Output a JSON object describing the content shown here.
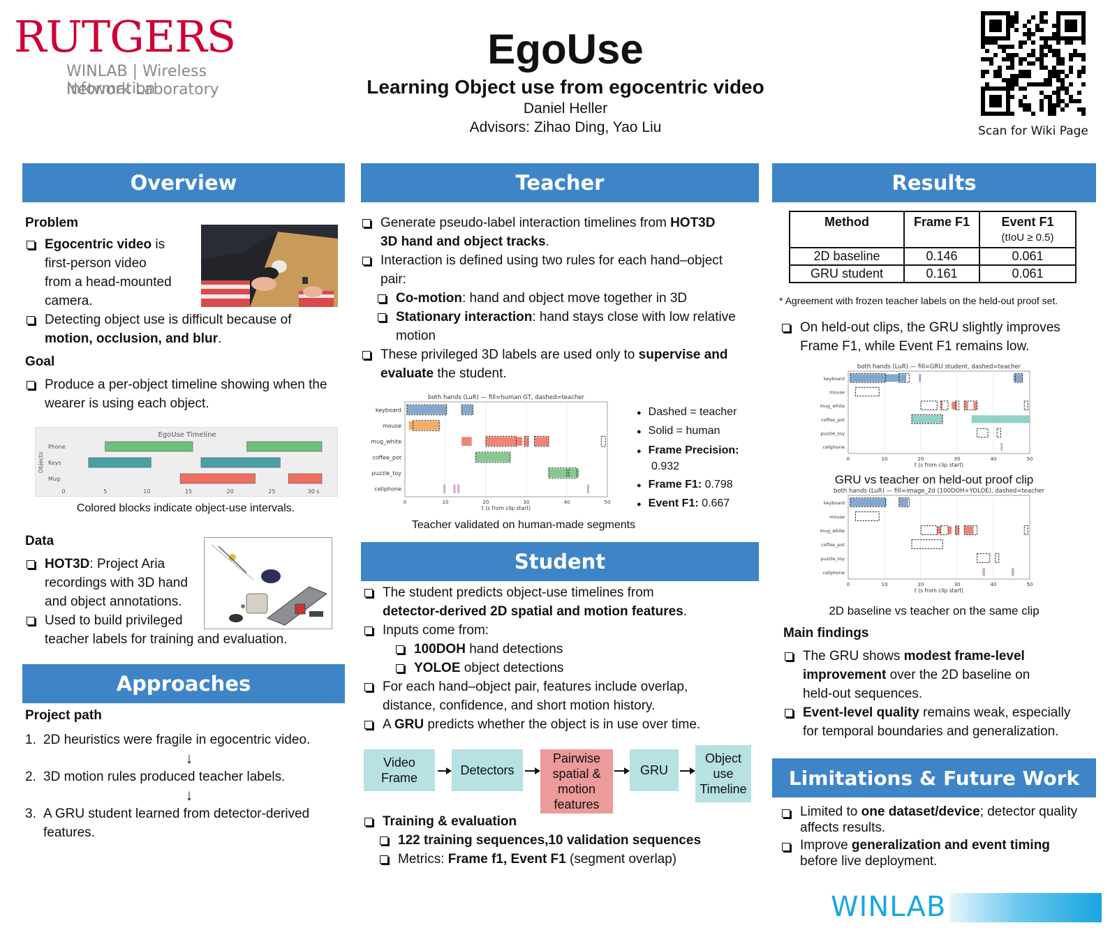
{
  "header": {
    "logo_text": "RUTGERS",
    "lab_line1": "WINLAB | Wireless Information",
    "lab_line2": "Network Laboratory",
    "title": "EgoUse",
    "subtitle": "Learning Object use from egocentric video",
    "author": "Daniel Heller",
    "advisors": "Advisors: Zihao Ding, Yao Liu",
    "qr_caption": "Scan for Wiki Page"
  },
  "overview": {
    "heading": "Overview",
    "problem_title": "Problem",
    "p1_bold": "Egocentric video",
    "p1_rest1": " is",
    "p1_rest2": "first-person video",
    "p1_rest3": "from a head-mounted",
    "p1_rest4": "camera.",
    "p2_a": "Detecting object use is difficult because of",
    "p2_b": "motion, occlusion, and blur",
    "p2_c": ".",
    "goal_title": "Goal",
    "goal_a": "Produce a per-object timeline showing when the",
    "goal_b": "wearer is using each object.",
    "timeline_title": "EgoUse Timeline",
    "timeline_ylabel": "Objects",
    "timeline_rows": [
      "Phone",
      "Keys",
      "Mug"
    ],
    "timeline_xticks": [
      "0",
      "5",
      "10",
      "15",
      "20",
      "25",
      "30 s"
    ],
    "timeline_caption": "Colored blocks indicate object-use intervals.",
    "data_title": "Data",
    "d1_bold": "HOT3D",
    "d1_a": ": Project Aria",
    "d1_b": "recordings with 3D hand",
    "d1_c": "and object annotations.",
    "d2_a": "Used to build privileged",
    "d2_b": "teacher labels for training and evaluation."
  },
  "approaches": {
    "heading": "Approaches",
    "path_title": "Project path",
    "steps": [
      "2D heuristics were fragile in egocentric video.",
      "3D motion rules produced teacher labels.",
      "A GRU student learned from detector-derived"
    ],
    "step3_cont": "features.",
    "nums": [
      "1.",
      "2.",
      "3."
    ],
    "down_arrow": "↓"
  },
  "teacher": {
    "heading": "Teacher",
    "t1_a": "Generate pseudo-label interaction timelines from ",
    "t1_b": "HOT3D",
    "t1_c": "3D hand and object tracks",
    "t1_d": ".",
    "t2_a": "Interaction is defined using two rules for each hand–object",
    "t2_b": "pair:",
    "r1_b": "Co-motion",
    "r1_t": ": hand and object move together in 3D",
    "r2_b": "Stationary interaction",
    "r2_t": ": hand stays close with low relative",
    "r2_t2": "motion",
    "t3_a": "These privileged 3D labels are used only to ",
    "t3_b": "supervise and",
    "t3_c": "evaluate",
    "t3_d": " the student.",
    "chart_title": "both hands (LuR) — fill=human GT, dashed=teacher",
    "chart_rows": [
      "keyboard",
      "mouse",
      "mug_white",
      "coffee_pot",
      "puzzle_toy",
      "cellphone"
    ],
    "chart_xticks": [
      "0",
      "10",
      "20",
      "30",
      "40",
      "50"
    ],
    "chart_xlabel": "t (s from clip start)",
    "chart_caption": "Teacher validated on human-made segments",
    "legend_dashed": "Dashed = teacher",
    "legend_solid": "Solid = human",
    "fp_label": "Frame Precision:",
    "fp_value": "0.932",
    "f1_label": "Frame F1:",
    "f1_value": " 0.798",
    "ef1_label": "Event F1:",
    "ef1_value": " 0.667",
    "bullet": "●"
  },
  "student": {
    "heading": "Student",
    "s1_a": "The student predicts object-use timelines from",
    "s1_b": "detector-derived 2D spatial and motion features",
    "s1_c": ".",
    "s2": "Inputs come from:",
    "i1_b": "100DOH",
    "i1_t": " hand detections",
    "i2_b": "YOLOE",
    "i2_t": " object detections",
    "s3_a": "For each hand–object pair, features include overlap,",
    "s3_b": "distance, confidence, and short motion history.",
    "s4_a": "A ",
    "s4_b": "GRU",
    "s4_c": " predicts whether the object is in use over time.",
    "flow": [
      "Video Frame",
      "Detectors",
      "Pairwise spatial & motion features",
      "GRU",
      "Object use Timeline"
    ],
    "train_title": "Training & evaluation",
    "tr1": "122 training sequences,10 validation sequences",
    "tr2_a": "Metrics: ",
    "tr2_b": "Frame f1, Event F1",
    "tr2_c": " (segment overlap)"
  },
  "results": {
    "heading": "Results",
    "table_headers": [
      "Method",
      "Frame F1",
      "Event F1"
    ],
    "table_header_note": "(tIoU ≥ 0.5)",
    "table_rows": [
      [
        "2D baseline",
        "0.146",
        "0.061"
      ],
      [
        "GRU student",
        "0.161",
        "0.061"
      ]
    ],
    "note": "* Agreement with frozen teacher labels on the held-out proof set.",
    "r1_a": "On held-out clips, the GRU slightly improves",
    "r1_b": "Frame F1, while Event F1 remains low.",
    "chart1_title": "both hands (LuR) — fill=GRU student, dashed=teacher",
    "chart1_caption": "GRU vs teacher on held-out proof clip",
    "chart2_title": "both hands (LuR) — fill=image_2d (100DOH+YOLOE), dashed=teacher",
    "chart2_caption": "2D baseline vs teacher on the same clip",
    "chart_xlabel": "t (s from clip start)",
    "chart_rows": [
      "keyboard",
      "mouse",
      "mug_white",
      "coffee_pot",
      "puzzle_toy",
      "cellphone"
    ],
    "chart_xticks": [
      "0",
      "10",
      "20",
      "30",
      "40",
      "50"
    ],
    "findings_title": "Main findings",
    "f1_a": "The GRU shows ",
    "f1_b": "modest frame-level",
    "f1_c": "improvement",
    "f1_d": " over the 2D baseline on",
    "f1_e": "held-out sequences.",
    "f2_b": "Event-level quality",
    "f2_a": " remains weak, especially",
    "f2_c": "for temporal boundaries and generalization."
  },
  "limits": {
    "heading": "Limitations & Future Work",
    "l1_a": "Limited to ",
    "l1_b": "one dataset/device",
    "l1_c": "; detector quality",
    "l1_d": "affects results.",
    "l2_a": "Improve ",
    "l2_b": "generalization and event timing",
    "l2_c": "before live deployment."
  },
  "footer": {
    "winlab": "WINLAB"
  },
  "colors": {
    "bar": "#3e85c8",
    "green": "#6ec07a",
    "teal": "#4a9fa5",
    "red": "#ec6f60",
    "blue": "#6f98c8",
    "orange": "#f2a04a",
    "purple": "#c79ac9",
    "flow_cyan": "#b7e1e3",
    "flow_red": "#ec9a9a"
  }
}
